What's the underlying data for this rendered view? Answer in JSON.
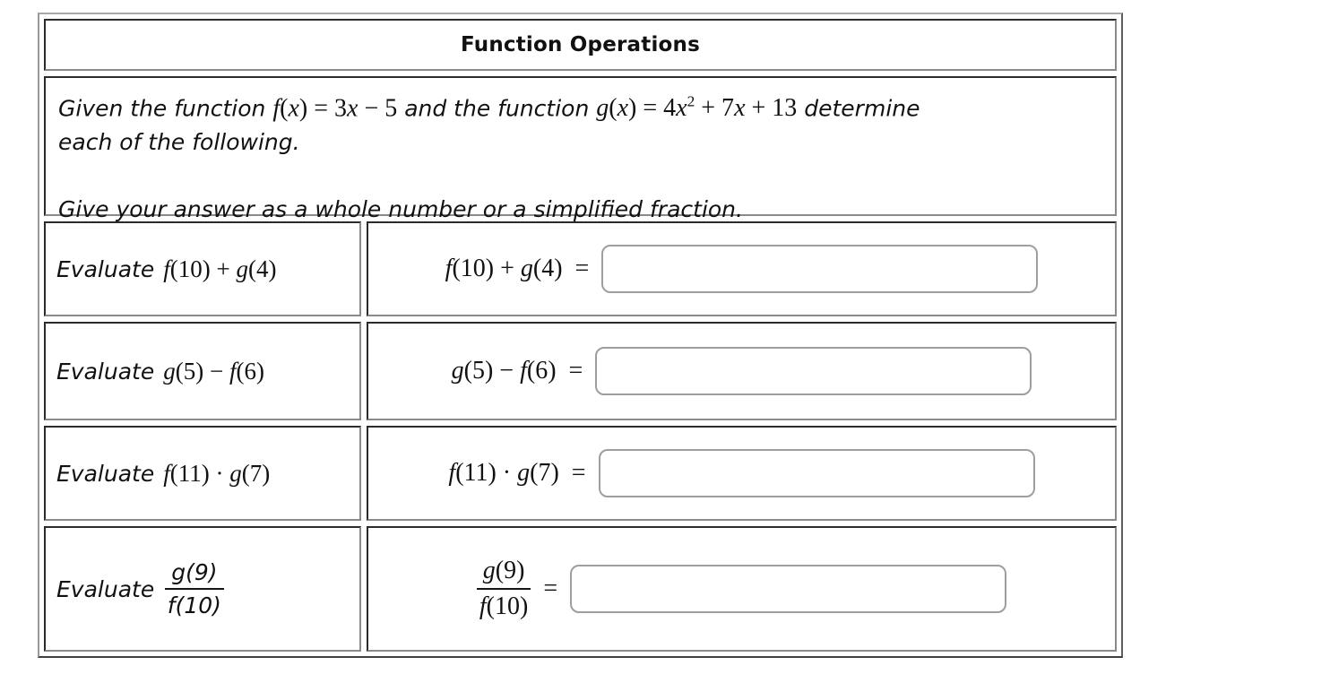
{
  "title": "Function Operations",
  "instructions": {
    "t1": "Given the function",
    "m1": "f(x) = 3x − 5",
    "t2": "and the function",
    "m2": "g(x) = 4x^2 + 7x + 13",
    "t3": "determine",
    "line2": "each of the following.",
    "line3": "Give your answer as a whole number or a simplified fraction."
  },
  "rows": [
    {
      "prompt": "Evaluate",
      "expression": "f(10) + g(4)",
      "lhs": "f(10) + g(4)",
      "equals": "=",
      "input_value": ""
    },
    {
      "prompt": "Evaluate",
      "expression": "g(5) − f(6)",
      "lhs": "g(5) − f(6)",
      "equals": "=",
      "input_value": ""
    },
    {
      "prompt": "Evaluate",
      "expression": "f(11) · g(7)",
      "lhs": "f(11) · g(7)",
      "equals": "=",
      "input_value": ""
    },
    {
      "prompt": "Evaluate",
      "fraction": {
        "num": "g(9)",
        "den": "f(10)"
      },
      "equals": "=",
      "input_value": ""
    }
  ],
  "colors": {
    "cell_border_dark": "#2b2b2b",
    "cell_border_light": "#8a8a8a",
    "outer_border": "#8a8a8a",
    "input_border": "#9e9e9e",
    "text": "#111111",
    "background": "#ffffff"
  }
}
